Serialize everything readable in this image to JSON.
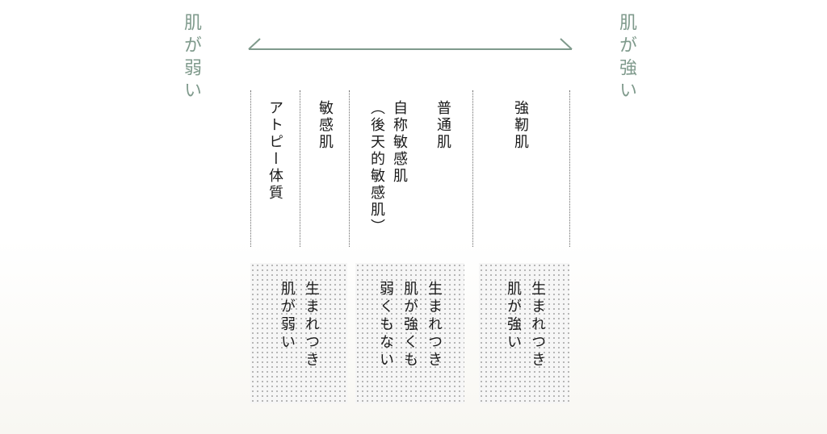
{
  "axis": {
    "left_label": "肌が弱い",
    "right_label": "肌が強い"
  },
  "columns": [
    {
      "label": "アトピー体質"
    },
    {
      "label": "敏感肌"
    },
    {
      "label": "自称敏感肌\n（後天的敏感肌）"
    },
    {
      "label": "普通肌"
    },
    {
      "label": "強靭肌"
    }
  ],
  "boxes": [
    {
      "text": "生まれつき\n肌が弱い"
    },
    {
      "text": "生まれつき\n肌が強くも\n弱くもない"
    },
    {
      "text": "生まれつき\n肌が強い"
    }
  ],
  "colors": {
    "accent": "#7f9a8c",
    "text": "#1a1a1a",
    "dot": "#a6a6a6"
  }
}
